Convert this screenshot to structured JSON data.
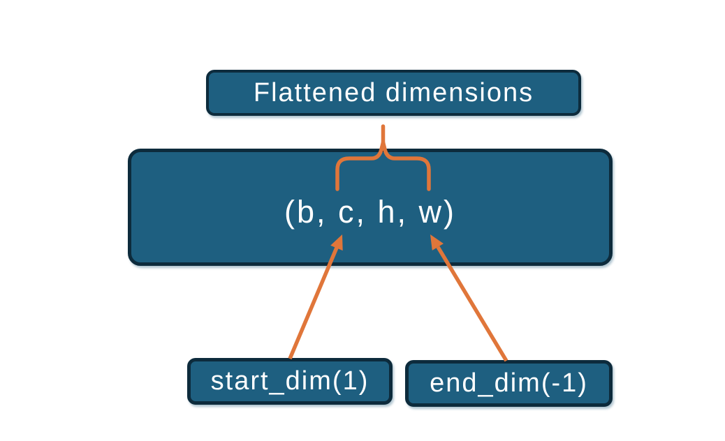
{
  "colors": {
    "background": "#FFFFFF",
    "node_fill": "#1E5F80",
    "node_border": "#0D2B3C",
    "connector_orange": "#E0763A",
    "label_text": "#FFFFFF"
  },
  "nodes": {
    "flattened": {
      "label": "Flattened dimensions"
    },
    "tensor": {
      "label": "(b, c, h, w)"
    },
    "start_dim": {
      "label": "start_dim(1)"
    },
    "end_dim": {
      "label": "end_dim(-1)"
    }
  },
  "connectors": {
    "brace": "flatten-range-brace",
    "left_arrow": "start-dim-arrow",
    "right_arrow": "end-dim-arrow"
  }
}
